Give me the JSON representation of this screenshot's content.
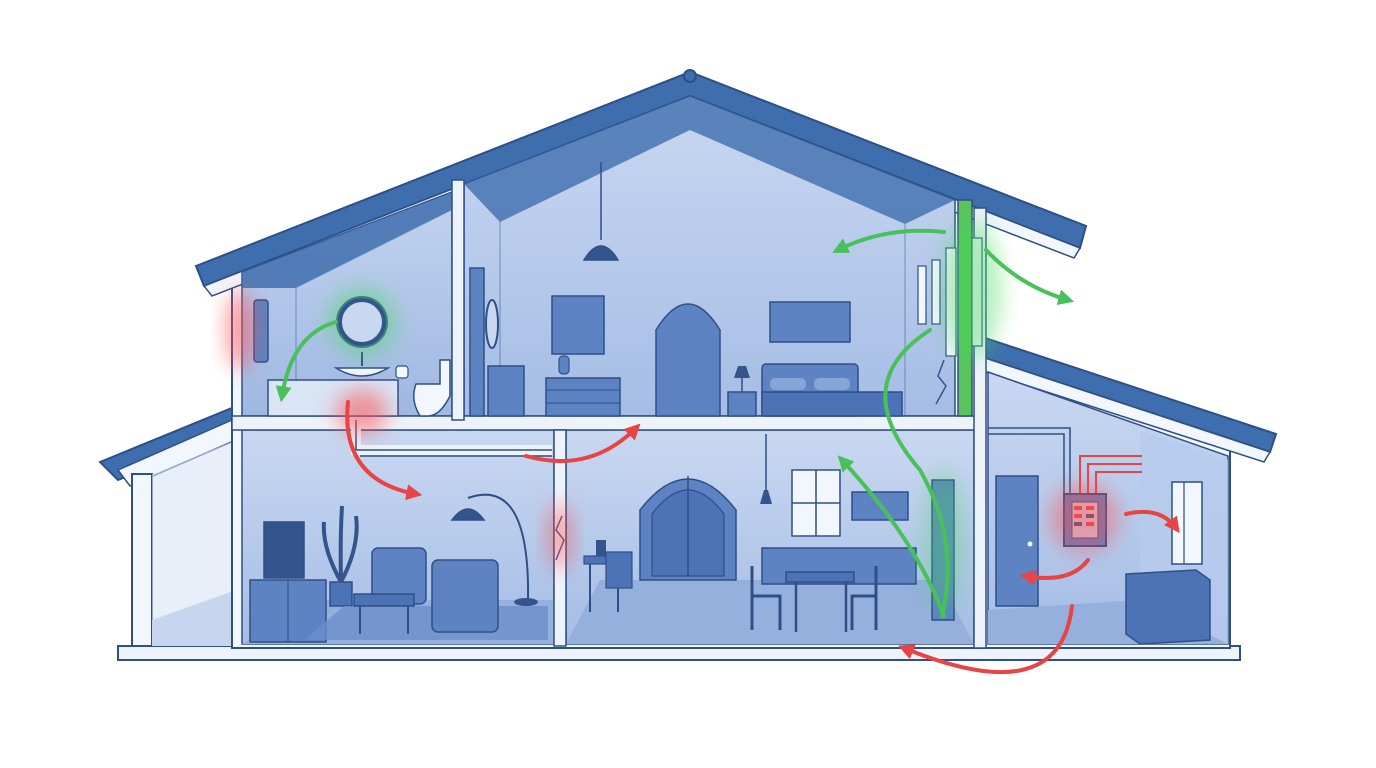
{
  "diagram": {
    "colors": {
      "background": "#ffffff",
      "roof": "#3f6eae",
      "roof_edge": "#2b4f86",
      "wall": "#f2f6fd",
      "room_fill": "#aec3e6",
      "room_light": "#c9d8f1",
      "attic": "#9bb5e0",
      "furniture": "#5d83c2",
      "furniture_dark": "#34558c",
      "line": "#2f4f87",
      "floor": "#8ea9d8",
      "warm_arrow": "#e94444",
      "cool_arrow": "#49c15a",
      "warm_glow": "#ff4d4d",
      "cool_glow": "#45d95c",
      "insulation": "#58c45c"
    },
    "icons": [
      "bathroom-mirror-icon",
      "pendant-lamp-icon",
      "floor-lamp-icon",
      "electrical-panel-icon",
      "television-icon",
      "potted-plant-icon",
      "wall-crack-icon"
    ],
    "flows": [
      {
        "kind": "cool",
        "count": 4
      },
      {
        "kind": "warm",
        "count": 6
      }
    ]
  }
}
